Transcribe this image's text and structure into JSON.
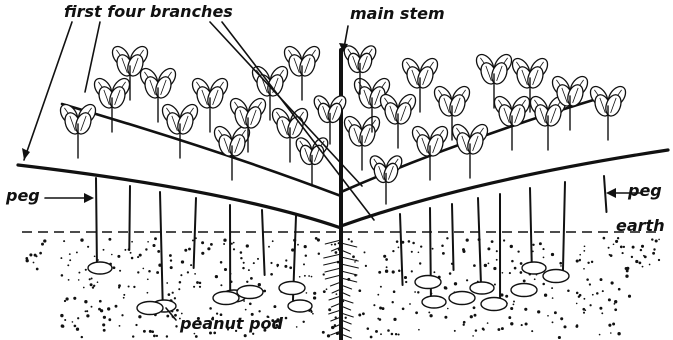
{
  "labels": {
    "first_four_branches": "first four branches",
    "main_stem": "main stem",
    "peg_left": "peg",
    "peg_right": "peg",
    "earth": "earth",
    "peanut_pod": "peanut pod"
  },
  "colors": {
    "ink": "#111111",
    "background": "#ffffff"
  }
}
